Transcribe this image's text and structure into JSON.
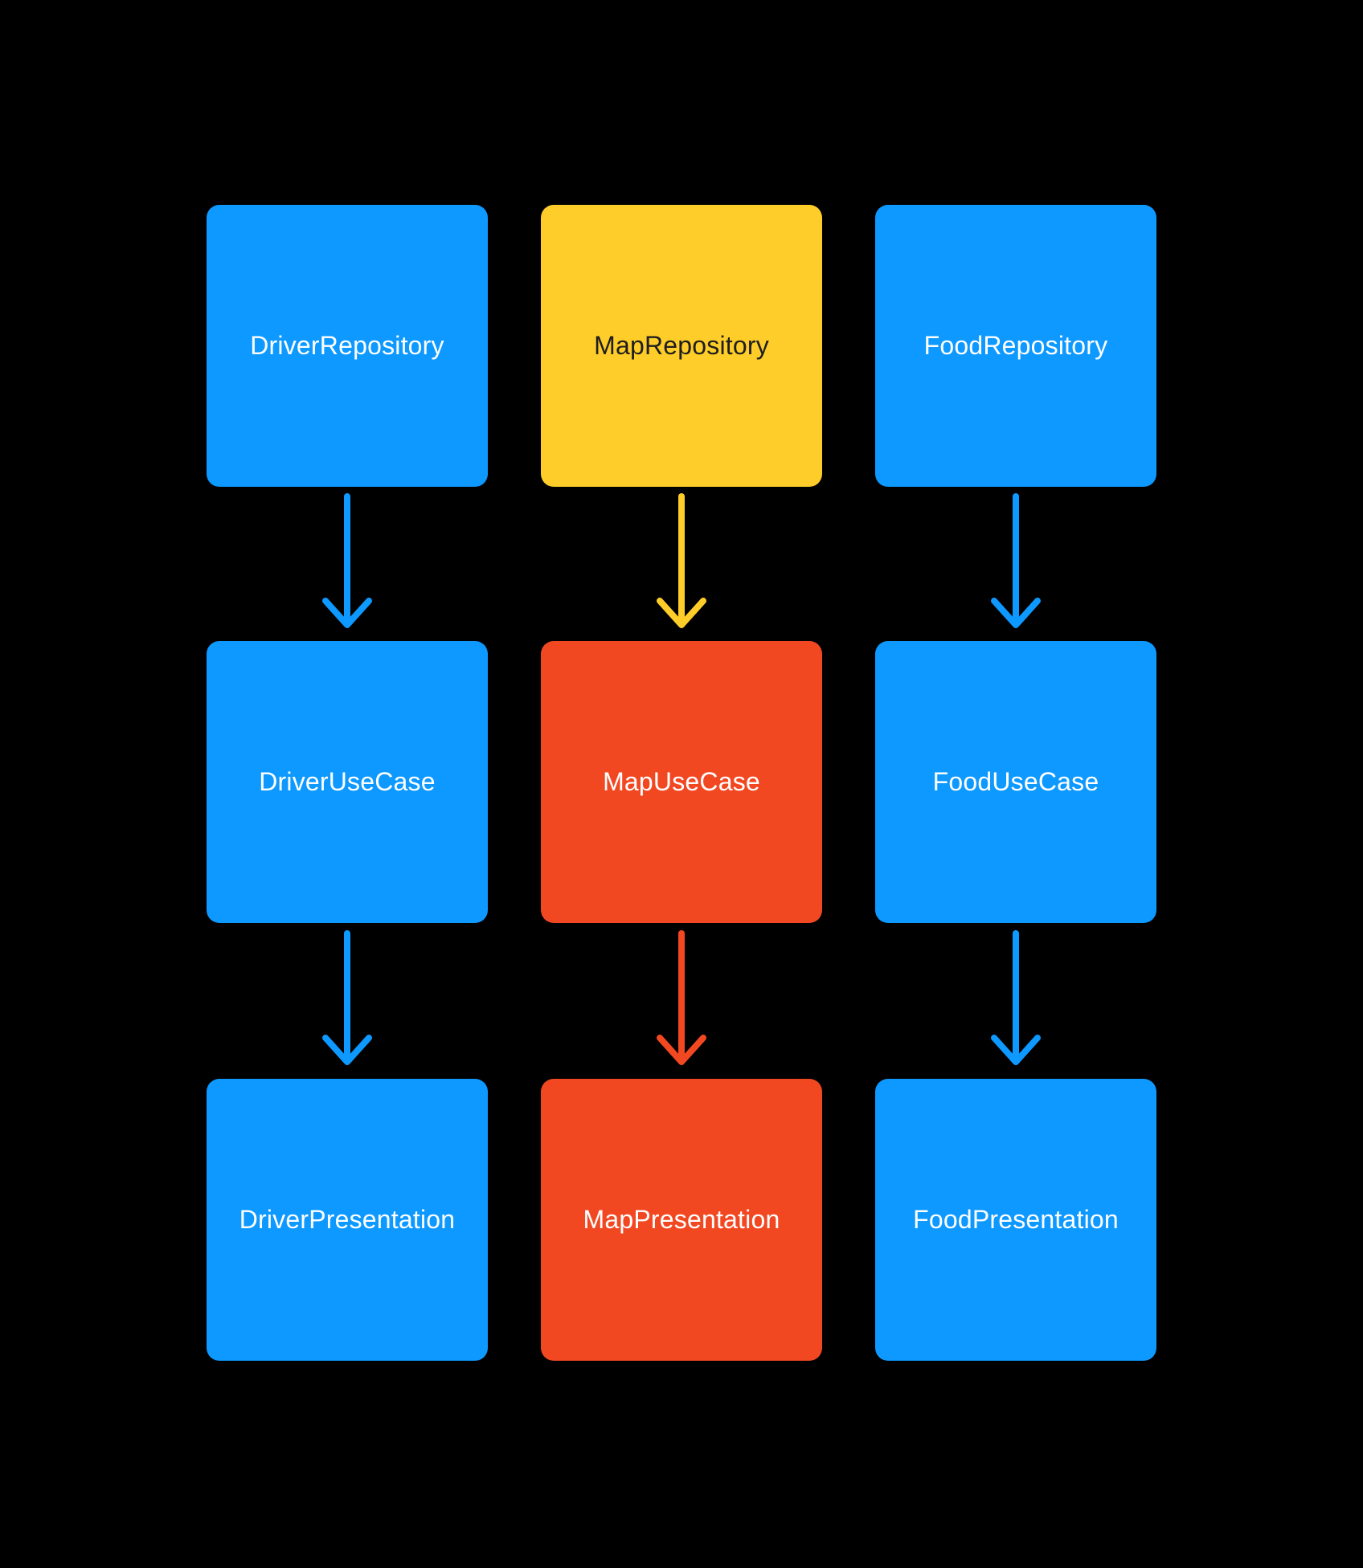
{
  "diagram": {
    "background": "#000000",
    "palette": {
      "blue": "#0D99FF",
      "yellow": "#FFCD29",
      "red": "#F24822",
      "dark_text": "#1E1E1E",
      "light_text": "#FFFFFF"
    },
    "columns": [
      {
        "name": "driver",
        "nodes": [
          {
            "label": "DriverRepository",
            "fill": "#0D99FF",
            "text_color": "#FFFFFF"
          },
          {
            "label": "DriverUseCase",
            "fill": "#0D99FF",
            "text_color": "#FFFFFF"
          },
          {
            "label": "DriverPresentation",
            "fill": "#0D99FF",
            "text_color": "#FFFFFF"
          }
        ],
        "arrows": [
          "#0D99FF",
          "#0D99FF"
        ]
      },
      {
        "name": "map",
        "nodes": [
          {
            "label": "MapRepository",
            "fill": "#FFCD29",
            "text_color": "#1E1E1E"
          },
          {
            "label": "MapUseCase",
            "fill": "#F24822",
            "text_color": "#FFFFFF"
          },
          {
            "label": "MapPresentation",
            "fill": "#F24822",
            "text_color": "#FFFFFF"
          }
        ],
        "arrows": [
          "#FFCD29",
          "#F24822"
        ]
      },
      {
        "name": "food",
        "nodes": [
          {
            "label": "FoodRepository",
            "fill": "#0D99FF",
            "text_color": "#FFFFFF"
          },
          {
            "label": "FoodUseCase",
            "fill": "#0D99FF",
            "text_color": "#FFFFFF"
          },
          {
            "label": "FoodPresentation",
            "fill": "#0D99FF",
            "text_color": "#FFFFFF"
          }
        ],
        "arrows": [
          "#0D99FF",
          "#0D99FF"
        ]
      }
    ]
  }
}
